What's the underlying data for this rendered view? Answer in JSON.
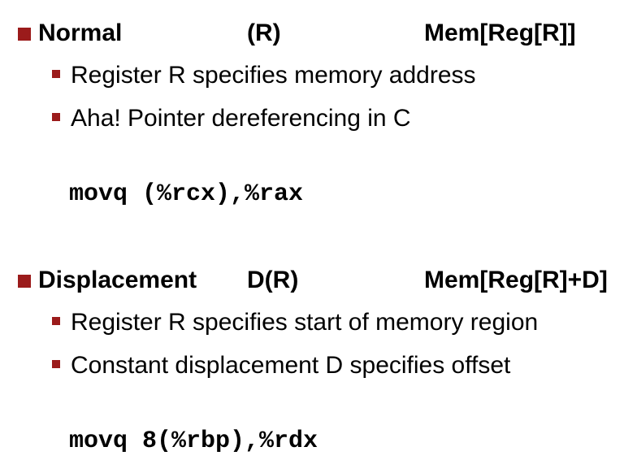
{
  "colors": {
    "bullet": "#9b1b1b"
  },
  "sections": [
    {
      "name": "Normal",
      "syntax": "(R)",
      "meaning": "Mem[Reg[R]]",
      "points": [
        "Register R specifies memory address",
        "Aha! Pointer dereferencing in C"
      ],
      "code": "movq (%rcx),%rax"
    },
    {
      "name": "Displacement",
      "syntax": "D(R)",
      "meaning": "Mem[Reg[R]+D]",
      "points": [
        "Register R specifies start of memory region",
        "Constant displacement D specifies offset"
      ],
      "code": "movq 8(%rbp),%rdx"
    }
  ]
}
